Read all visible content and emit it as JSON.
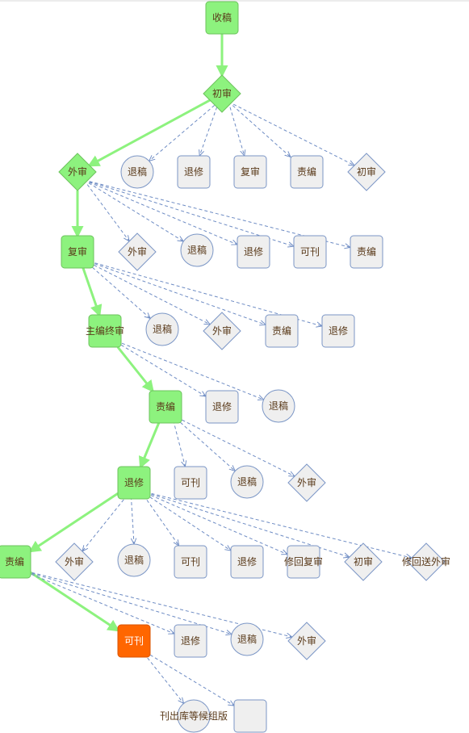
{
  "colors": {
    "active_fill": "#8df27e",
    "active_stroke": "#6cc35c",
    "current_fill": "#ff6600",
    "current_stroke": "#d95400",
    "pending_fill": "#efefef",
    "pending_stroke": "#7b96c6",
    "main_edge": "#8df27e",
    "branch_edge": "#6e8cc4",
    "text": "#5a3a1a",
    "current_text": "#ffffff"
  },
  "nodes": [
    {
      "id": "n1",
      "label": "收稿",
      "shape": "rect",
      "state": "done"
    },
    {
      "id": "n2",
      "label": "初审",
      "shape": "diamond",
      "state": "done"
    },
    {
      "id": "n3",
      "label": "外审",
      "shape": "diamond",
      "state": "done"
    },
    {
      "id": "n4",
      "label": "退稿",
      "shape": "circle",
      "state": "pending"
    },
    {
      "id": "n5",
      "label": "退修",
      "shape": "rect",
      "state": "pending"
    },
    {
      "id": "n6",
      "label": "复审",
      "shape": "rect",
      "state": "pending"
    },
    {
      "id": "n7",
      "label": "责编",
      "shape": "rect",
      "state": "pending"
    },
    {
      "id": "n8",
      "label": "初审",
      "shape": "diamond",
      "state": "pending"
    },
    {
      "id": "n9",
      "label": "复审",
      "shape": "rect",
      "state": "done"
    },
    {
      "id": "n10",
      "label": "外审",
      "shape": "diamond",
      "state": "pending"
    },
    {
      "id": "n11",
      "label": "退稿",
      "shape": "circle",
      "state": "pending"
    },
    {
      "id": "n12",
      "label": "退修",
      "shape": "rect",
      "state": "pending"
    },
    {
      "id": "n13",
      "label": "可刊",
      "shape": "rect",
      "state": "pending"
    },
    {
      "id": "n14",
      "label": "责编",
      "shape": "rect",
      "state": "pending"
    },
    {
      "id": "n15",
      "label": "主编终审",
      "shape": "rect",
      "state": "done"
    },
    {
      "id": "n16",
      "label": "退稿",
      "shape": "circle",
      "state": "pending"
    },
    {
      "id": "n17",
      "label": "外审",
      "shape": "diamond",
      "state": "pending"
    },
    {
      "id": "n18",
      "label": "责编",
      "shape": "rect",
      "state": "pending"
    },
    {
      "id": "n19",
      "label": "退修",
      "shape": "rect",
      "state": "pending"
    },
    {
      "id": "n20",
      "label": "责编",
      "shape": "rect",
      "state": "done"
    },
    {
      "id": "n21",
      "label": "退修",
      "shape": "rect",
      "state": "pending"
    },
    {
      "id": "n22",
      "label": "退稿",
      "shape": "circle",
      "state": "pending"
    },
    {
      "id": "n23",
      "label": "退修",
      "shape": "rect",
      "state": "done"
    },
    {
      "id": "n24",
      "label": "可刊",
      "shape": "rect",
      "state": "pending"
    },
    {
      "id": "n25",
      "label": "退稿",
      "shape": "circle",
      "state": "pending"
    },
    {
      "id": "n26",
      "label": "外审",
      "shape": "diamond",
      "state": "pending"
    },
    {
      "id": "n27",
      "label": "责编",
      "shape": "rect",
      "state": "done"
    },
    {
      "id": "n28",
      "label": "外审",
      "shape": "diamond",
      "state": "pending"
    },
    {
      "id": "n29",
      "label": "退稿",
      "shape": "circle",
      "state": "pending"
    },
    {
      "id": "n30",
      "label": "可刊",
      "shape": "rect",
      "state": "pending"
    },
    {
      "id": "n31",
      "label": "退修",
      "shape": "rect",
      "state": "pending"
    },
    {
      "id": "n32",
      "label": "修回复审",
      "shape": "rect",
      "state": "pending"
    },
    {
      "id": "n33",
      "label": "初审",
      "shape": "diamond",
      "state": "pending"
    },
    {
      "id": "n34",
      "label": "修回送外审",
      "shape": "diamond",
      "state": "pending"
    },
    {
      "id": "n35",
      "label": "可刊",
      "shape": "rect",
      "state": "current"
    },
    {
      "id": "n36",
      "label": "退修",
      "shape": "rect",
      "state": "pending"
    },
    {
      "id": "n37",
      "label": "退稿",
      "shape": "circle",
      "state": "pending"
    },
    {
      "id": "n38",
      "label": "外审",
      "shape": "diamond",
      "state": "pending"
    },
    {
      "id": "n39",
      "label": "刊出库等候组版",
      "shape": "circle",
      "state": "pending"
    },
    {
      "id": "n40",
      "label": "",
      "shape": "rect",
      "state": "pending"
    }
  ],
  "edges": [
    {
      "from": "n1",
      "to": "n2",
      "type": "main"
    },
    {
      "from": "n2",
      "to": "n3",
      "type": "main"
    },
    {
      "from": "n2",
      "to": "n4",
      "type": "branch"
    },
    {
      "from": "n2",
      "to": "n5",
      "type": "branch"
    },
    {
      "from": "n2",
      "to": "n6",
      "type": "branch"
    },
    {
      "from": "n2",
      "to": "n7",
      "type": "branch"
    },
    {
      "from": "n2",
      "to": "n8",
      "type": "branch"
    },
    {
      "from": "n3",
      "to": "n9",
      "type": "main"
    },
    {
      "from": "n3",
      "to": "n10",
      "type": "branch"
    },
    {
      "from": "n3",
      "to": "n11",
      "type": "branch"
    },
    {
      "from": "n3",
      "to": "n12",
      "type": "branch"
    },
    {
      "from": "n3",
      "to": "n13",
      "type": "branch"
    },
    {
      "from": "n3",
      "to": "n14",
      "type": "branch"
    },
    {
      "from": "n9",
      "to": "n15",
      "type": "main"
    },
    {
      "from": "n9",
      "to": "n16",
      "type": "branch"
    },
    {
      "from": "n9",
      "to": "n17",
      "type": "branch"
    },
    {
      "from": "n9",
      "to": "n18",
      "type": "branch"
    },
    {
      "from": "n9",
      "to": "n19",
      "type": "branch"
    },
    {
      "from": "n15",
      "to": "n20",
      "type": "main"
    },
    {
      "from": "n15",
      "to": "n21",
      "type": "branch"
    },
    {
      "from": "n15",
      "to": "n22",
      "type": "branch"
    },
    {
      "from": "n20",
      "to": "n23",
      "type": "main"
    },
    {
      "from": "n20",
      "to": "n24",
      "type": "branch"
    },
    {
      "from": "n20",
      "to": "n25",
      "type": "branch"
    },
    {
      "from": "n20",
      "to": "n26",
      "type": "branch"
    },
    {
      "from": "n23",
      "to": "n27",
      "type": "main"
    },
    {
      "from": "n23",
      "to": "n28",
      "type": "branch"
    },
    {
      "from": "n23",
      "to": "n29",
      "type": "branch"
    },
    {
      "from": "n23",
      "to": "n30",
      "type": "branch"
    },
    {
      "from": "n23",
      "to": "n31",
      "type": "branch"
    },
    {
      "from": "n23",
      "to": "n32",
      "type": "branch"
    },
    {
      "from": "n23",
      "to": "n33",
      "type": "branch"
    },
    {
      "from": "n23",
      "to": "n34",
      "type": "branch"
    },
    {
      "from": "n27",
      "to": "n35",
      "type": "main"
    },
    {
      "from": "n27",
      "to": "n36",
      "type": "branch"
    },
    {
      "from": "n27",
      "to": "n37",
      "type": "branch"
    },
    {
      "from": "n27",
      "to": "n38",
      "type": "branch"
    },
    {
      "from": "n35",
      "to": "n39",
      "type": "branch"
    },
    {
      "from": "n35",
      "to": "n40",
      "type": "branch"
    }
  ]
}
